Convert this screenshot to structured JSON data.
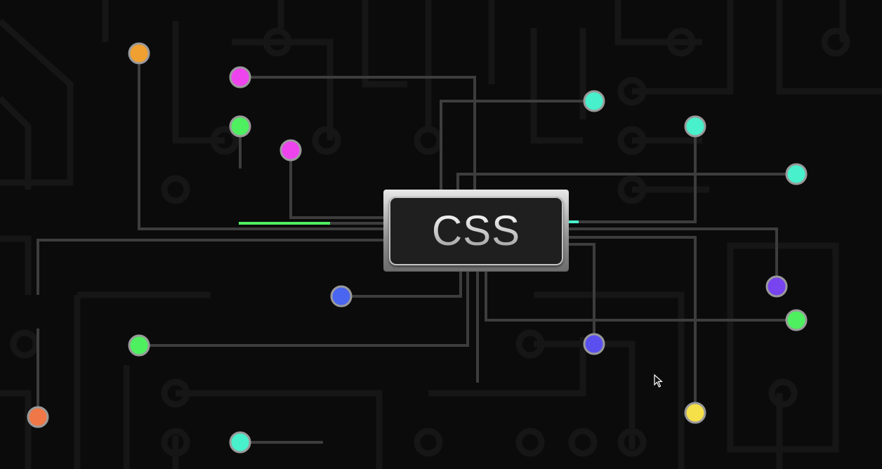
{
  "chip": {
    "label": "CSS"
  },
  "colors": {
    "background": "#0b0b0b",
    "wire": "#3d3d3d",
    "orange": "#f0a030",
    "magenta": "#ee44ee",
    "green": "#4ef060",
    "teal": "#48f0cc",
    "blue": "#4a66f0",
    "violet": "#7744f0",
    "yellow": "#f6e04a",
    "coral": "#f07848"
  },
  "nodes": [
    {
      "name": "node-orange-top-left",
      "color": "#f0a030"
    },
    {
      "name": "node-magenta-top",
      "color": "#ee44ee"
    },
    {
      "name": "node-green-left",
      "color": "#4ef060"
    },
    {
      "name": "node-magenta-mid",
      "color": "#ee44ee"
    },
    {
      "name": "node-teal-top",
      "color": "#48f0cc"
    },
    {
      "name": "node-teal-right-top",
      "color": "#48f0cc"
    },
    {
      "name": "node-teal-right",
      "color": "#48f0cc"
    },
    {
      "name": "node-violet-right",
      "color": "#7744f0"
    },
    {
      "name": "node-green-right",
      "color": "#4ef060"
    },
    {
      "name": "node-blue-mid",
      "color": "#4a66f0"
    },
    {
      "name": "node-green-bottom-left",
      "color": "#4ef060"
    },
    {
      "name": "node-violet-bottom",
      "color": "#5a50f0"
    },
    {
      "name": "node-coral-left",
      "color": "#f07848"
    },
    {
      "name": "node-teal-bottom",
      "color": "#48f0cc"
    },
    {
      "name": "node-yellow-bottom",
      "color": "#f6e04a"
    }
  ]
}
